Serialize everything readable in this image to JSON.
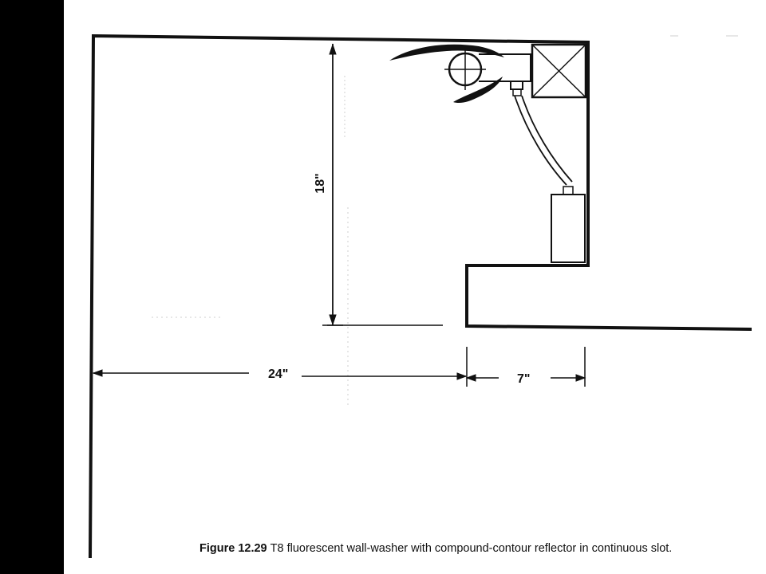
{
  "dimensions": {
    "height_label": "18\"",
    "width_label": "24\"",
    "slot_label": "7\""
  },
  "caption": {
    "figure_number": "Figure 12.29",
    "text": "T8 fluorescent wall-washer with compound-contour reflector in continuous slot."
  },
  "colors": {
    "line": "#111111",
    "margin": "#000000",
    "background": "#ffffff"
  }
}
